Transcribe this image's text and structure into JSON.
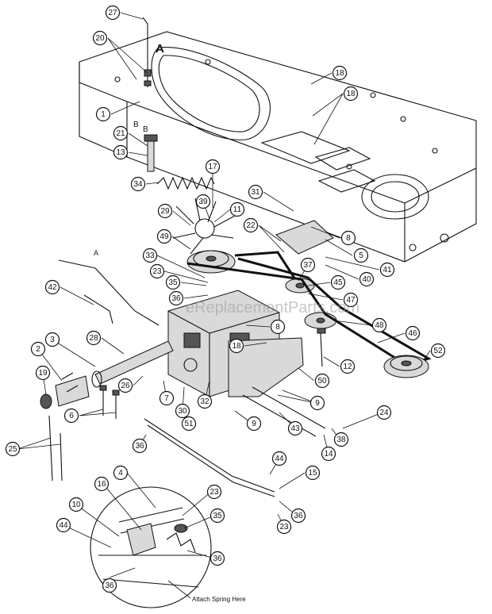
{
  "callouts": [
    {
      "id": "c27",
      "text": "27"
    },
    {
      "id": "c20",
      "text": "20"
    },
    {
      "id": "c1",
      "text": "1"
    },
    {
      "id": "c21",
      "text": "21"
    },
    {
      "id": "c13",
      "text": "13"
    },
    {
      "id": "c18a",
      "text": "18"
    },
    {
      "id": "c18b",
      "text": "18"
    },
    {
      "id": "c17",
      "text": "17"
    },
    {
      "id": "c34",
      "text": "34"
    },
    {
      "id": "c39",
      "text": "39"
    },
    {
      "id": "c11",
      "text": "11"
    },
    {
      "id": "c29",
      "text": "29"
    },
    {
      "id": "c31",
      "text": "31"
    },
    {
      "id": "c22",
      "text": "22"
    },
    {
      "id": "c8a",
      "text": "8"
    },
    {
      "id": "c5",
      "text": "5"
    },
    {
      "id": "c49",
      "text": "49"
    },
    {
      "id": "c33",
      "text": "33"
    },
    {
      "id": "c23a",
      "text": "23"
    },
    {
      "id": "c37",
      "text": "37"
    },
    {
      "id": "c41",
      "text": "41"
    },
    {
      "id": "c40",
      "text": "40"
    },
    {
      "id": "c45",
      "text": "45"
    },
    {
      "id": "c35a",
      "text": "35"
    },
    {
      "id": "c36a",
      "text": "36"
    },
    {
      "id": "c42",
      "text": "42"
    },
    {
      "id": "c47",
      "text": "47"
    },
    {
      "id": "c8b",
      "text": "8"
    },
    {
      "id": "c48",
      "text": "48"
    },
    {
      "id": "c46",
      "text": "46"
    },
    {
      "id": "c3",
      "text": "3"
    },
    {
      "id": "c28",
      "text": "28"
    },
    {
      "id": "c18c",
      "text": "18"
    },
    {
      "id": "c12",
      "text": "12"
    },
    {
      "id": "c52",
      "text": "52"
    },
    {
      "id": "c2",
      "text": "2"
    },
    {
      "id": "c50",
      "text": "50"
    },
    {
      "id": "c19",
      "text": "19"
    },
    {
      "id": "c26",
      "text": "26"
    },
    {
      "id": "c7",
      "text": "7"
    },
    {
      "id": "c30",
      "text": "30"
    },
    {
      "id": "c32",
      "text": "32"
    },
    {
      "id": "c9a",
      "text": "9"
    },
    {
      "id": "c9b",
      "text": "9"
    },
    {
      "id": "c6",
      "text": "6"
    },
    {
      "id": "c51",
      "text": "51"
    },
    {
      "id": "c24",
      "text": "24"
    },
    {
      "id": "c43",
      "text": "43"
    },
    {
      "id": "c38",
      "text": "38"
    },
    {
      "id": "c36b",
      "text": "36"
    },
    {
      "id": "c14",
      "text": "14"
    },
    {
      "id": "c25",
      "text": "25"
    },
    {
      "id": "c44a",
      "text": "44"
    },
    {
      "id": "c4",
      "text": "4"
    },
    {
      "id": "c15",
      "text": "15"
    },
    {
      "id": "c16",
      "text": "16"
    },
    {
      "id": "c23b",
      "text": "23"
    },
    {
      "id": "c36c",
      "text": "36"
    },
    {
      "id": "c23c",
      "text": "23"
    },
    {
      "id": "c10",
      "text": "10"
    },
    {
      "id": "c35b",
      "text": "35"
    },
    {
      "id": "c44b",
      "text": "44"
    },
    {
      "id": "c36d",
      "text": "36"
    },
    {
      "id": "c36e",
      "text": "36"
    }
  ],
  "labels": {
    "a_top": "A",
    "a_left": "A",
    "b_left": "B",
    "b_right": "B",
    "attach_note": "Attach Spring Here"
  },
  "watermark": "eReplacementParts.com"
}
